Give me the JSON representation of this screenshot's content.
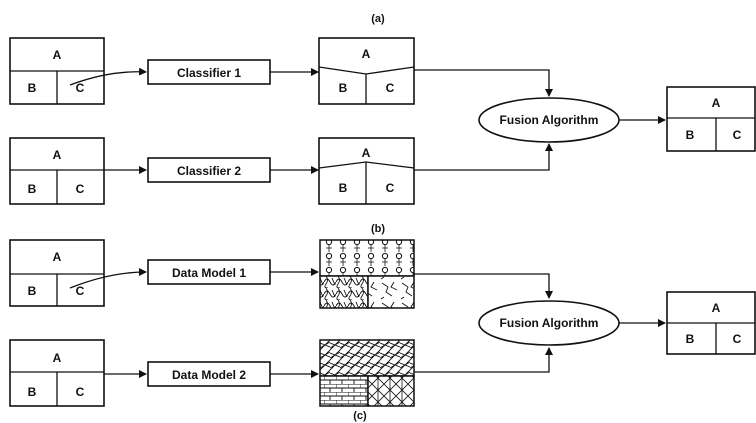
{
  "labels": {
    "panel_a": "(a)",
    "panel_b": "(b)",
    "panel_c": "(c)"
  },
  "region": {
    "a": "A",
    "b": "B",
    "c": "C"
  },
  "processes": {
    "classifier_1": "Classifier 1",
    "classifier_2": "Classifier 2",
    "data_model_1": "Data Model 1",
    "data_model_2": "Data Model 2"
  },
  "fusion": {
    "top": "Fusion Algorithm",
    "bottom": "Fusion Algorithm"
  }
}
